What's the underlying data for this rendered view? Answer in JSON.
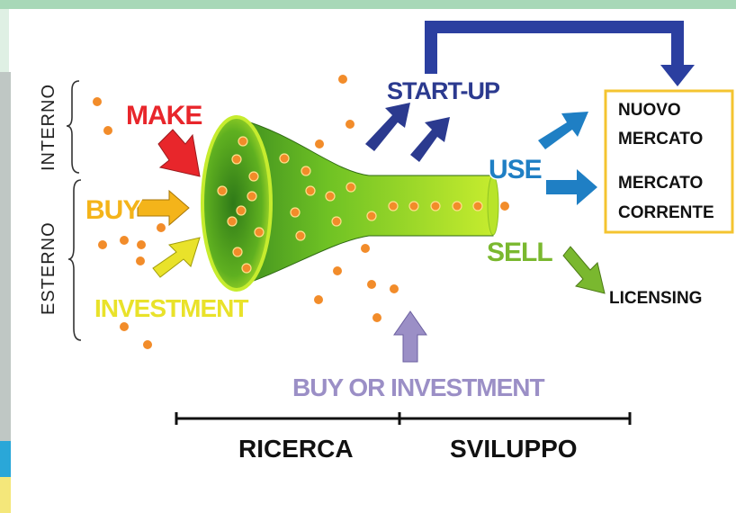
{
  "labels": {
    "interno": "INTERNO",
    "esterno": "ESTERNO",
    "make": "MAKE",
    "buy": "BUY",
    "investment": "INVESTMENT",
    "startup": "START-UP",
    "use": "USE",
    "sell": "SELL",
    "nuovo_mercato_1": "NUOVO",
    "nuovo_mercato_2": "MERCATO",
    "mercato_corrente_1": "MERCATO",
    "mercato_corrente_2": "CORRENTE",
    "licensing": "LICENSING",
    "buy_or_investment": "BUY OR INVESTMENT",
    "ricerca": "RICERCA",
    "sviluppo": "SVILUPPO"
  },
  "colors": {
    "make": "#e8262b",
    "buy": "#f4b41a",
    "investment": "#e9e22a",
    "startup": "#2b3a8f",
    "use": "#1f7fc4",
    "sell": "#7ab82f",
    "buy_or_investment": "#9b8fc6",
    "funnel_dark": "#3f8f1f",
    "funnel_light": "#c6ec2e",
    "dot": "#f28c2a",
    "market_box_border": "#f4c430",
    "top_arrow": "#2b3fa0"
  }
}
